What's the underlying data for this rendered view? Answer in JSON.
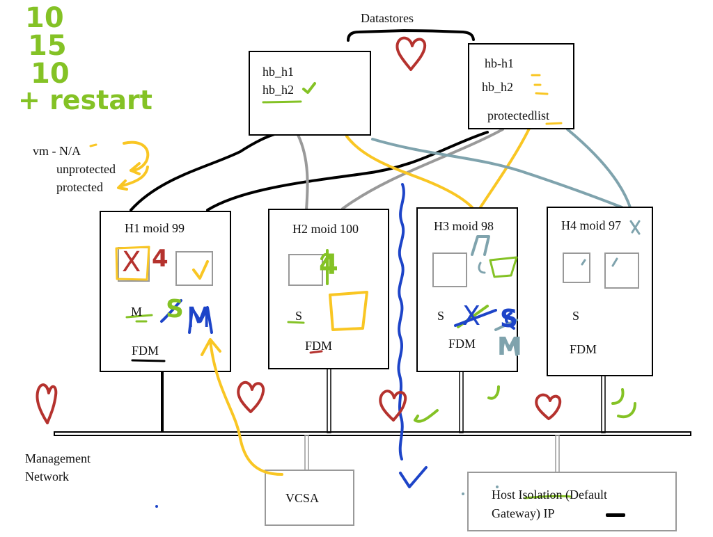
{
  "scribbles": {
    "numbers": [
      "10",
      "15",
      "10"
    ],
    "restart": "+ restart"
  },
  "legend": {
    "vm": "vm - N/A",
    "unprotected": "unprotected",
    "protected": "protected"
  },
  "datastores": {
    "title": "Datastores",
    "left_box": {
      "item1": "hb_h1",
      "item2": "hb_h2"
    },
    "right_box": {
      "item1": "hb-h1",
      "item2": "hb_h2",
      "item3": "protectedlist"
    }
  },
  "hosts": [
    {
      "title": "H1 moid 99",
      "role": "M",
      "agent": "FDM"
    },
    {
      "title": "H2 moid 100",
      "role": "S",
      "agent": "FDM"
    },
    {
      "title": "H3 moid 98",
      "role": "S",
      "agent": "FDM"
    },
    {
      "title": "H4 moid 97",
      "role": "S",
      "agent": "FDM"
    }
  ],
  "annotations": {
    "h1_box1_mark": "X",
    "h1_box1_note": "4",
    "h1_s": "S",
    "h1_m": "M",
    "h2_mark": "4",
    "h3_mark": "X",
    "h3_s": "S",
    "h3_m": "M"
  },
  "network": {
    "label_line1": "Management",
    "label_line2": "Network"
  },
  "vcsa": {
    "label": "VCSA"
  },
  "isolation": {
    "line1": "Host Isolation (Default",
    "line2": "Gateway) IP"
  },
  "colors": {
    "green": "#84c225",
    "yellow": "#f9c623",
    "red": "#b5322e",
    "blue": "#1d44c8",
    "teal": "#7fa3ad",
    "black": "#000000",
    "gray": "#999999"
  }
}
